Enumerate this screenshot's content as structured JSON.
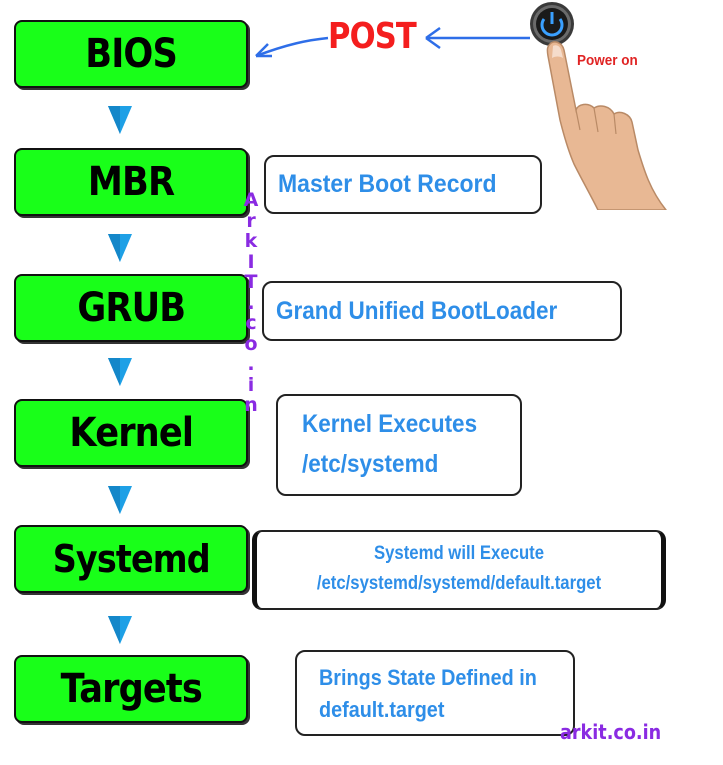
{
  "header": {
    "post_label": "POST",
    "power_on_label": "Power on"
  },
  "stages": [
    {
      "id": "bios",
      "label": "BIOS"
    },
    {
      "id": "mbr",
      "label": "MBR"
    },
    {
      "id": "grub",
      "label": "GRUB"
    },
    {
      "id": "kernel",
      "label": "Kernel"
    },
    {
      "id": "systemd",
      "label": "Systemd"
    },
    {
      "id": "targets",
      "label": "Targets"
    }
  ],
  "descriptions": {
    "mbr": {
      "lines": [
        "Master Boot Record"
      ]
    },
    "grub": {
      "lines": [
        "Grand Unified BootLoader"
      ]
    },
    "kernel": {
      "lines": [
        "Kernel Executes",
        "/etc/systemd"
      ]
    },
    "systemd": {
      "lines": [
        "Systemd will Execute",
        "/etc/systemd/systemd/default.target"
      ]
    },
    "targets": {
      "lines": [
        "Brings State Defined in",
        "default.target"
      ]
    }
  },
  "watermark": {
    "vertical_chars": [
      "A",
      "r",
      "k",
      "I",
      "T",
      ".",
      "c",
      "o",
      ".",
      "i",
      "n"
    ],
    "footer": "arkit.co.in"
  },
  "icons": {
    "power": "power-button-icon",
    "hand": "pointing-hand-icon",
    "flow_arrow": "down-arrow-icon"
  },
  "colors": {
    "stage_fill": "#19ff19",
    "stage_border": "#111111",
    "description_text": "#2e8ee8",
    "flow_arrow": "#1ea0e6",
    "post_text": "#f41e1e",
    "power_on_text": "#e02424",
    "watermark": "#8a2be2"
  }
}
